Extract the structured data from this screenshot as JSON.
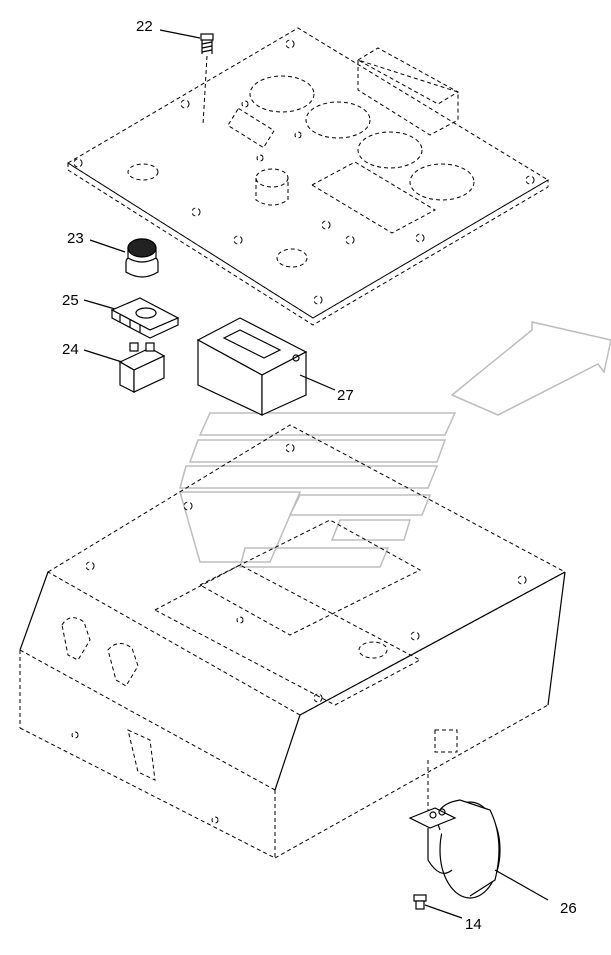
{
  "callouts": [
    {
      "id": "c22",
      "text": "22"
    },
    {
      "id": "c23",
      "text": "23"
    },
    {
      "id": "c25",
      "text": "25"
    },
    {
      "id": "c24",
      "text": "24"
    },
    {
      "id": "c27",
      "text": "27"
    },
    {
      "id": "c26",
      "text": "26"
    },
    {
      "id": "c14",
      "text": "14"
    }
  ],
  "colors": {
    "line": "#000000",
    "watermark": "#bdbdbd",
    "background": "#ffffff"
  },
  "icons": [
    "screw-icon",
    "wheel-icon",
    "button-icon",
    "arrow-icon"
  ]
}
